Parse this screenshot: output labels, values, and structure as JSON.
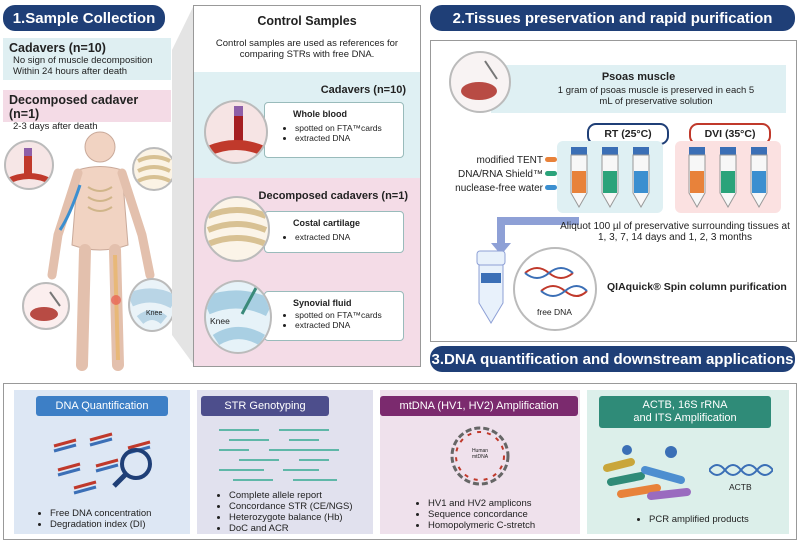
{
  "s1": {
    "header": "1.Sample Collection",
    "cadavers_title": "Cadavers (n=10)",
    "cadavers_l1": "No sign of muscle decomposition",
    "cadavers_l2": "Within 24 hours after death",
    "decomp_title": "Decomposed cadaver (n=1)",
    "decomp_l1": "2-3 days after death",
    "knee_label": "Knee"
  },
  "control": {
    "title": "Control Samples",
    "desc": "Control samples are used as references for comparing STRs with free DNA.",
    "cad_title": "Cadavers (n=10)",
    "wb_title": "Whole blood",
    "wb_b1": "spotted on FTA™cards",
    "wb_b2": "extracted DNA",
    "dec_title": "Decomposed cadavers (n=1)",
    "cc_title": "Costal cartilage",
    "cc_b1": "extracted DNA",
    "sf_title": "Synovial fluid",
    "sf_b1": "spotted on FTA™cards",
    "sf_b2": "extracted DNA",
    "knee_label": "Knee"
  },
  "s2": {
    "header": "2.Tissues preservation and rapid purification",
    "psoas_title": "Psoas muscle",
    "psoas_desc": "1 gram of psoas muscle is preserved in each 5 mL of preservative solution",
    "rt": "RT (25°C)",
    "dvi": "DVI (35°C)",
    "legend": [
      "modified TENT",
      "DNA/RNA Shield™",
      "nuclease-free water"
    ],
    "legend_colors": [
      "#e8823a",
      "#2aa37a",
      "#3b8fd0"
    ],
    "aliquot": "Aliquot 100 µl of preservative surrounding tissues at 1, 3, 7, 14 days and 1, 2, 3 months",
    "qia": "QIAquick® Spin column purification",
    "free_dna": "free DNA"
  },
  "s3": {
    "header": "3.DNA quantification and downstream applications",
    "boxes": [
      {
        "title": "DNA Quantification",
        "color": "#3d7fc6",
        "bullets": [
          "Free DNA concentration",
          "Degradation index (DI)"
        ]
      },
      {
        "title": "STR Genotyping",
        "color": "#4d4e8c",
        "bullets": [
          "Complete allele report",
          "Concordance STR (CE/NGS)",
          "Heterozygote balance (Hb)",
          "DoC and ACR"
        ]
      },
      {
        "title": "mtDNA (HV1, HV2) Amplification",
        "color": "#7b2a6e",
        "bullets": [
          "HV1 and HV2 amplicons",
          "Sequence concordance",
          "Homopolymeric C-stretch"
        ]
      },
      {
        "title": "ACTB, 16S rRNA\nand ITS Amplification",
        "color": "#2f8b78",
        "bullets": [
          "PCR amplified products"
        ]
      }
    ],
    "actb_label": "ACTB",
    "mt_label": "Human mtDNA"
  }
}
